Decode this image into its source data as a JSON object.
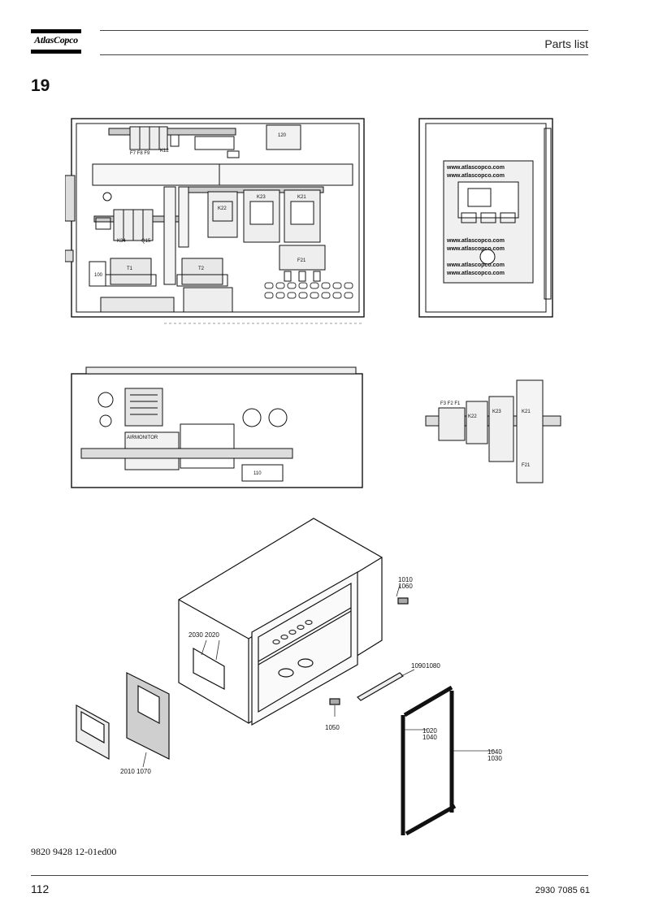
{
  "header": {
    "brand": "AtlasCopco",
    "title": "Parts list"
  },
  "section": {
    "number": "19"
  },
  "drawing": {
    "panel_labels": {
      "k12": "K12",
      "f_top": "F7 F8 F9",
      "t1": "T1",
      "t2": "T2",
      "k22": "K22",
      "k23": "K23",
      "k21": "K21",
      "f21": "F21",
      "q15": "Q15",
      "k34": "K34",
      "tag120": "120",
      "tag100": "100",
      "tag110": "110",
      "airmonitor": "AIRMONITOR"
    },
    "website_text": "www.atlascopco.com",
    "rail_labels": {
      "f123": "F3 F2 F1",
      "k22": "K22",
      "k23": "K23",
      "k21": "K21",
      "f21": "F21"
    },
    "callouts": {
      "c1010": "1010",
      "c1060": "1060",
      "c2030": "2030",
      "c2020": "2020",
      "c1090": "1090",
      "c1080": "1080",
      "c1050": "1050",
      "c1020": "1020",
      "c1040a": "1040",
      "c1040b": "1040",
      "c1030": "1030",
      "c2010": "2010",
      "c1070": "1070"
    }
  },
  "footer": {
    "doc_code": "9820 9428 12-01ed00",
    "page_number": "112",
    "part_number": "2930 7085 61"
  }
}
